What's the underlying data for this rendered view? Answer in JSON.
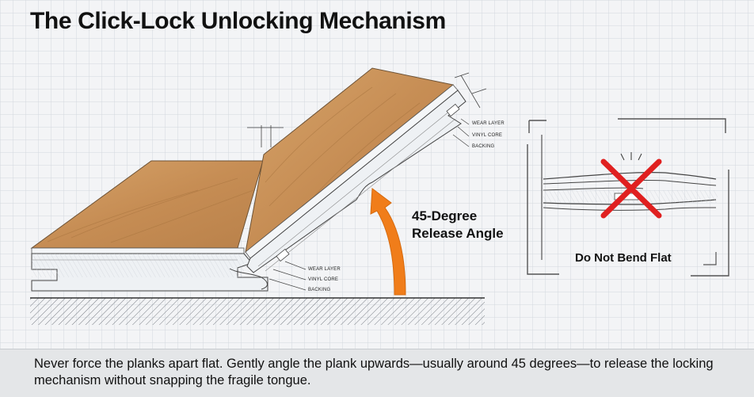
{
  "title": "The Click-Lock Unlocking Mechanism",
  "angle_label": {
    "line1": "45-Degree",
    "line2": "Release Angle"
  },
  "warning_label": "Do Not Bend Flat",
  "footer_text": "Never force the planks apart flat. Gently angle the plank upwards—usually around 45 degrees—to release the locking mechanism without snapping the fragile tongue.",
  "layer_callouts_upper": [
    "WEAR LAYER",
    "VINYL CORE",
    "BACKING"
  ],
  "layer_callouts_lower": [
    "WEAR LAYER",
    "VINYL CORE",
    "BACKING"
  ],
  "colors": {
    "wood": "#c9935a",
    "wood_dark": "#b07a45",
    "arrow": "#f07d1a",
    "red_x": "#e02020",
    "grid": "#d5dae0",
    "core_fill": "#eef1f4"
  }
}
